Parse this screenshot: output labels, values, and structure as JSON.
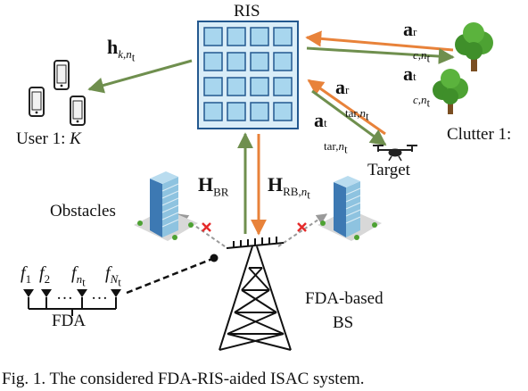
{
  "labels": {
    "ris": "RIS",
    "target": "Target",
    "clutter": "Clutter 1:",
    "user_prefix": "User 1: ",
    "user_var": "K",
    "obstacles": "Obstacles",
    "fda": "FDA",
    "bs_line1": "FDA-based",
    "bs_line2": "BS"
  },
  "math": {
    "h_k": {
      "base": "h",
      "sub": "k",
      "sub2": "n",
      "sub3": "t"
    },
    "h_br": {
      "base": "H",
      "sub": "BR"
    },
    "h_rb": {
      "base": "H",
      "sub": "RB,",
      "sub2": "n",
      "sub3": "t"
    },
    "a_c_r": {
      "base": "a",
      "sup": "r",
      "sub": "c",
      "sub2": "n",
      "sub3": "t"
    },
    "a_c_t": {
      "base": "a",
      "sup": "t",
      "sub": "c",
      "sub2": "n",
      "sub3": "t"
    },
    "a_tar_r": {
      "base": "a",
      "sup": "r",
      "sub": "tar,",
      "sub2": "n",
      "sub3": "t"
    },
    "a_tar_t": {
      "base": "a",
      "sup": "t",
      "sub": "tar,",
      "sub2": "n",
      "sub3": "t"
    },
    "f1": {
      "base": "f",
      "sub": "1"
    },
    "f2": {
      "base": "f",
      "sub": "2"
    },
    "fn": {
      "base": "f",
      "sub": "n",
      "sub2": "t"
    },
    "fN": {
      "base": "f",
      "sub": "N",
      "sub2": "t"
    },
    "dots": "…"
  },
  "colors": {
    "green_arrow": "#6f8f4e",
    "orange_arrow": "#e8823a",
    "ris_cell": "#a8d6ee",
    "ris_frame": "#23588f",
    "x_mark": "#e52b2b",
    "tree": "#3f8f2a",
    "building": "#7fb3d3"
  },
  "caption": "Fig. 1.  The considered FDA-RIS-aided ISAC system."
}
